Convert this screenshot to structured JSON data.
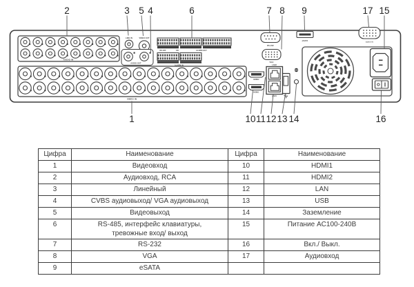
{
  "diagram": {
    "callouts": {
      "n1": "1",
      "n2": "2",
      "n3": "3",
      "n4": "4",
      "n5": "5",
      "n6": "6",
      "n7": "7",
      "n8": "8",
      "n9": "9",
      "n10": "10",
      "n11": "11",
      "n12": "12",
      "n13": "13",
      "n14": "14",
      "n15": "15",
      "n16": "16",
      "n17": "17"
    },
    "labels": {
      "audio_in_block": "AUDIO IN",
      "video_in_block": "VIDEO IN",
      "line_in": "LINE IN",
      "video_out": "VIDEO OUT",
      "audio_out": "AUDIO OUT",
      "rs485": "RS-485",
      "kb": "KB",
      "alarm_out": "ALARM OUT",
      "alarm_in": "ALARM IN",
      "rs232": "RS-232",
      "vga": "VGA",
      "esata": "eSATA",
      "audio_in_db": "AUDIO IN",
      "hdmi2": "HDMI2",
      "hdmi1": "HDMI1",
      "lan2": "LAN2",
      "lan1": "LAN1"
    },
    "ports": {
      "audio_in": {
        "cols": 8,
        "rows": 2
      },
      "video_in": {
        "cols": 16,
        "rows": 2
      }
    }
  },
  "table": {
    "headers": [
      "Цифра",
      "Наименование",
      "Цифра",
      "Наименование"
    ],
    "rows": [
      [
        "1",
        "Видеовход",
        "10",
        "HDMI1"
      ],
      [
        "2",
        "Аудиовход, RCA",
        "11",
        "HDMI2"
      ],
      [
        "3",
        "Линейный",
        "12",
        "LAN"
      ],
      [
        "4",
        "CVBS аудиовыход/ VGA аудиовыход",
        "13",
        "USB"
      ],
      [
        "5",
        "Видеовыход",
        "14",
        "Заземление"
      ],
      [
        "6",
        "RS-485, интерфейс клавиатуры,\nтревожные вход/ выход",
        "15",
        "Питание AC100-240В"
      ],
      [
        "7",
        "RS-232",
        "16",
        "Вкл./ Выкл."
      ],
      [
        "8",
        "VGA",
        "17",
        "Аудиовход"
      ],
      [
        "9",
        "eSATA",
        "",
        ""
      ]
    ]
  },
  "colors": {
    "line": "#3c3c3c",
    "text": "#3a3a3a"
  }
}
